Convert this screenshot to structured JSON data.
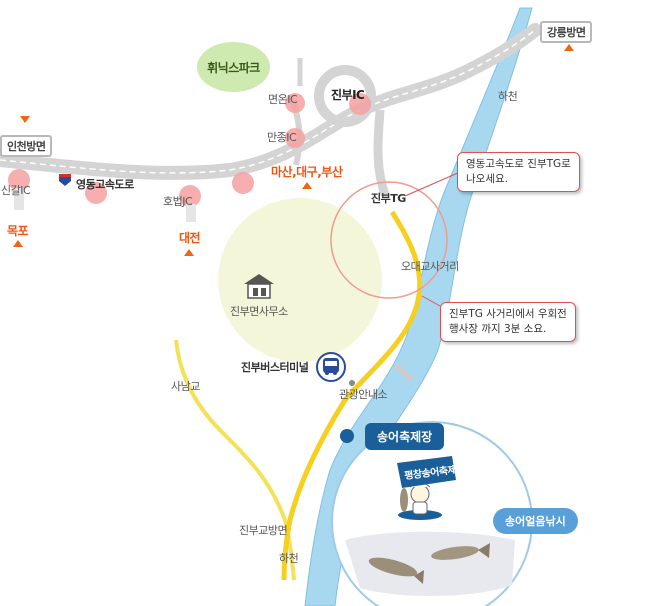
{
  "map": {
    "directions": {
      "gangneung": "강릉방면",
      "incheon": "인천방면",
      "mokpo": "목포",
      "daejeon": "대전",
      "masan_daegu_busan": "마산,대구,부산"
    },
    "interchanges": {
      "jinbu_ic": "진부IC",
      "myeonon_ic": "면온IC",
      "manjong_ic": "만종IC",
      "hobeop_jc": "호법JC",
      "singal_ic": "신갈IC",
      "jinbu_tg": "진부TG"
    },
    "places": {
      "phoenix_park": "휘닉스파크",
      "expressway": "영동고속도로",
      "odaegyo_intersection": "오대교사거리",
      "jinbu_office": "진부면사무소",
      "bus_terminal": "진부버스터미널",
      "tourist_info": "관광안내소",
      "sanamgyo": "사남교",
      "jinbugyo": "진부교방면",
      "river_top": "하천",
      "river_bottom": "하천",
      "festival_site": "송어축제장",
      "ice_fishing": "송어얼음낚시",
      "logo_text": "평창송어축제"
    },
    "callouts": {
      "exit_note_line1": "영동고속도로 진부TG로",
      "exit_note_line2": "나오세요.",
      "turn_note_line1": "진부TG 사거리에서 우회전",
      "turn_note_line2": "행사장 까지 3분 소요."
    },
    "colors": {
      "river": "#a8d8f0",
      "road": "#d9d9d9",
      "yellow_road": "#f5e05a",
      "ic_marker": "#f4a0a0",
      "accent_orange": "#ee5511",
      "callout_border": "#e05050",
      "festival_pill": "#1a5f9a"
    }
  }
}
